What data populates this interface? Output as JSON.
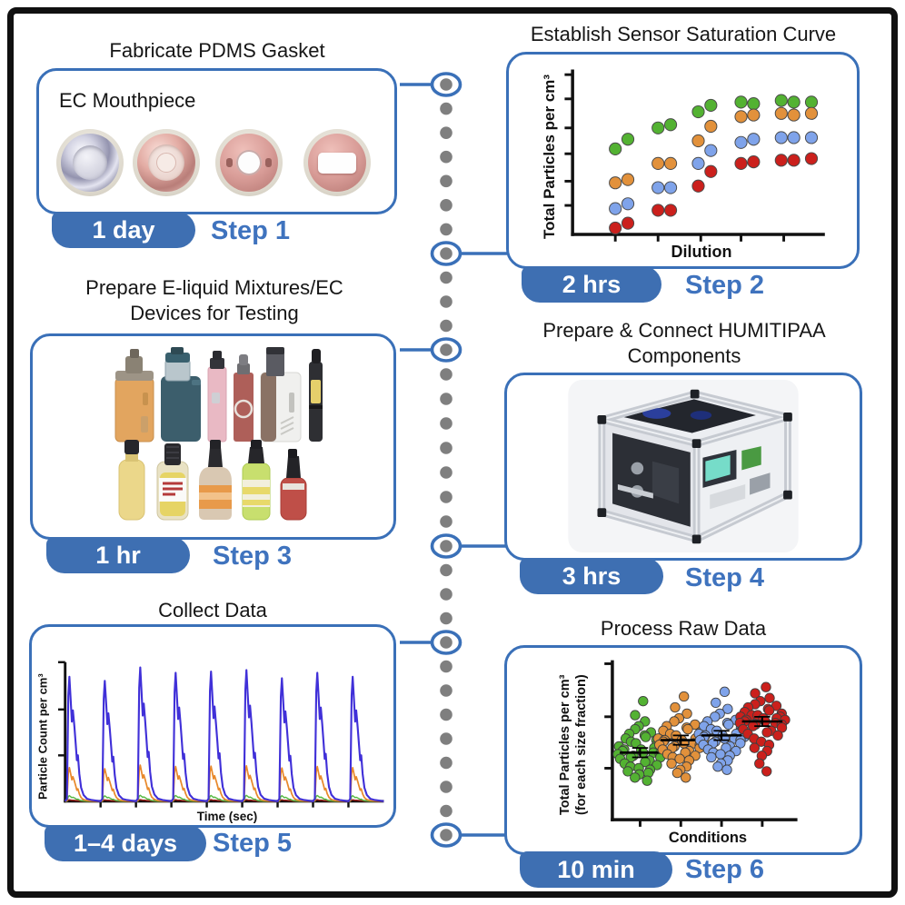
{
  "figure_title": "",
  "colors": {
    "accent_blue": "#3a70b8",
    "badge_blue": "#3e6fb2",
    "step_text_blue": "#3f73be",
    "timeline_dot_gray": "#7f7f7f",
    "frame_black": "#101010"
  },
  "steps": [
    {
      "title": "Fabricate PDMS Gasket",
      "duration": "1 day",
      "step_label": "Step 1",
      "inner_label": "EC Mouthpiece"
    },
    {
      "title": "Establish Sensor Saturation Curve",
      "duration": "2 hrs",
      "step_label": "Step 2"
    },
    {
      "title": "Prepare E-liquid Mixtures/EC Devices for Testing",
      "duration": "1 hr",
      "step_label": "Step 3"
    },
    {
      "title": "Prepare & Connect HUMITIPAA Components",
      "duration": "3 hrs",
      "step_label": "Step 4"
    },
    {
      "title": "Collect Data",
      "duration": "1–4 days",
      "step_label": "Step 5"
    },
    {
      "title": "Process Raw Data",
      "duration": "10 min",
      "step_label": "Step 6"
    }
  ],
  "chart_data": [
    {
      "type": "scatter",
      "title": "Establish Sensor Saturation Curve",
      "xlabel": "Dilution",
      "ylabel": "Total Particles per cm³",
      "x_ticks_pct": [
        17,
        34,
        51,
        67,
        84
      ],
      "y_ticks_pct": [
        18,
        33,
        50,
        66,
        84,
        99
      ],
      "grid": false,
      "series": [
        {
          "name": "size-fraction-green",
          "color": "#53b232",
          "points": [
            [
              17,
              53
            ],
            [
              22,
              59
            ],
            [
              34,
              66
            ],
            [
              39,
              68
            ],
            [
              50,
              76
            ],
            [
              55,
              80
            ],
            [
              67,
              82
            ],
            [
              72,
              81
            ],
            [
              83,
              83
            ],
            [
              88,
              82
            ],
            [
              95,
              82
            ]
          ]
        },
        {
          "name": "size-fraction-orange",
          "color": "#e2913b",
          "points": [
            [
              17,
              32
            ],
            [
              22,
              34
            ],
            [
              34,
              44
            ],
            [
              39,
              44
            ],
            [
              50,
              58
            ],
            [
              55,
              67
            ],
            [
              67,
              73
            ],
            [
              72,
              74
            ],
            [
              83,
              75
            ],
            [
              88,
              74
            ],
            [
              95,
              75
            ]
          ]
        },
        {
          "name": "size-fraction-blue",
          "color": "#7fa3ea",
          "points": [
            [
              17,
              16
            ],
            [
              22,
              19
            ],
            [
              34,
              29
            ],
            [
              39,
              29
            ],
            [
              50,
              44
            ],
            [
              55,
              52
            ],
            [
              67,
              57
            ],
            [
              72,
              59
            ],
            [
              83,
              60
            ],
            [
              88,
              60
            ],
            [
              95,
              60
            ]
          ]
        },
        {
          "name": "size-fraction-red",
          "color": "#cb201c",
          "points": [
            [
              17,
              4
            ],
            [
              22,
              7
            ],
            [
              34,
              15
            ],
            [
              39,
              15
            ],
            [
              50,
              30
            ],
            [
              55,
              39
            ],
            [
              67,
              44
            ],
            [
              72,
              45
            ],
            [
              83,
              46
            ],
            [
              88,
              46
            ],
            [
              95,
              47
            ]
          ]
        }
      ]
    },
    {
      "type": "line",
      "title": "Collect Data",
      "xlabel": "Time (sec)",
      "ylabel": "Particle Count per cm³",
      "puffs": 9,
      "x_tick_count": 8,
      "y_ticks_pct": [
        100,
        66,
        33
      ],
      "pulse_shape": [
        [
          0,
          0
        ],
        [
          0.05,
          0.02
        ],
        [
          0.09,
          0.85
        ],
        [
          0.12,
          1.0
        ],
        [
          0.16,
          0.8
        ],
        [
          0.19,
          0.64
        ],
        [
          0.22,
          0.73
        ],
        [
          0.26,
          0.6
        ],
        [
          0.3,
          0.45
        ],
        [
          0.33,
          0.33
        ],
        [
          0.36,
          0.37
        ],
        [
          0.4,
          0.22
        ],
        [
          0.45,
          0.11
        ],
        [
          0.52,
          0.05
        ],
        [
          0.62,
          0.02
        ],
        [
          0.75,
          0.01
        ],
        [
          1,
          0
        ]
      ],
      "peak_variation": [
        0.93,
        0.9,
        1.0,
        0.96,
        0.97,
        0.98,
        0.92,
        0.96,
        0.93
      ],
      "series": [
        {
          "name": "size-channel-blue",
          "color": "#4030d8",
          "amplitude": 1.0
        },
        {
          "name": "size-channel-orange",
          "color": "#e8892b",
          "amplitude": 0.27
        },
        {
          "name": "size-channel-green",
          "color": "#58b944",
          "amplitude": 0.045
        },
        {
          "name": "size-channel-red",
          "color": "#9b1b16",
          "amplitude": 0.012
        }
      ]
    },
    {
      "type": "swarm",
      "title": "Process Raw Data",
      "xlabel": "Conditions",
      "ylabel": "Total Particles per cm³",
      "ylabel2": "(for each size fraction)",
      "y_ticks_pct": [
        100,
        66,
        33
      ],
      "groups": [
        {
          "name": "condition-1",
          "color": "#53b232",
          "x_pct": 15,
          "mean": 43,
          "sem": 3,
          "values": [
            76,
            67,
            63,
            60,
            58,
            56,
            55,
            54,
            53,
            52,
            51,
            50,
            49,
            48,
            47,
            46,
            45,
            45,
            44,
            44,
            43,
            43,
            42,
            42,
            41,
            40,
            40,
            39,
            38,
            37,
            36,
            35,
            34,
            33,
            32,
            31,
            30,
            29,
            27,
            25
          ]
        },
        {
          "name": "condition-2",
          "color": "#e2913b",
          "x_pct": 37,
          "mean": 51,
          "sem": 3,
          "values": [
            79,
            72,
            68,
            65,
            63,
            61,
            60,
            59,
            58,
            57,
            56,
            55,
            54,
            53,
            52,
            52,
            51,
            51,
            50,
            50,
            49,
            49,
            48,
            48,
            47,
            46,
            46,
            45,
            44,
            43,
            42,
            41,
            40,
            39,
            38,
            36,
            34,
            32,
            30,
            27
          ]
        },
        {
          "name": "condition-3",
          "color": "#7fa3ea",
          "x_pct": 59,
          "mean": 54,
          "sem": 3,
          "values": [
            82,
            75,
            71,
            68,
            66,
            64,
            63,
            62,
            61,
            60,
            59,
            58,
            57,
            56,
            55,
            55,
            54,
            54,
            53,
            53,
            52,
            52,
            51,
            51,
            50,
            49,
            49,
            48,
            47,
            46,
            45,
            44,
            43,
            42,
            41,
            40,
            38,
            36,
            34,
            32
          ]
        },
        {
          "name": "condition-4",
          "color": "#cb201c",
          "x_pct": 81,
          "mean": 63,
          "sem": 3,
          "values": [
            85,
            81,
            78,
            76,
            74,
            73,
            72,
            71,
            70,
            69,
            68,
            67,
            67,
            66,
            66,
            65,
            65,
            64,
            64,
            63,
            63,
            62,
            62,
            61,
            61,
            60,
            59,
            58,
            57,
            56,
            55,
            54,
            52,
            50,
            48,
            46,
            44,
            41,
            36,
            31
          ]
        }
      ]
    }
  ]
}
